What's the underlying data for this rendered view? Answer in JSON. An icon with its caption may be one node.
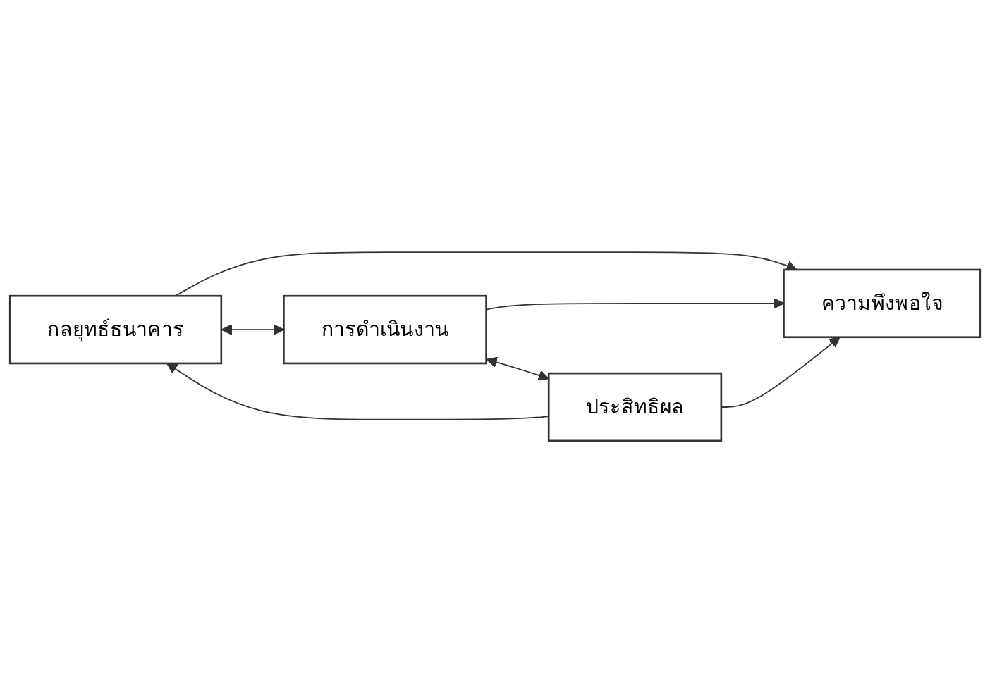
{
  "diagram": {
    "nodes": [
      {
        "text": [
          "กลยุทธ์ธนาคาร"
        ]
      },
      {
        "text": [
          "การดำเนินงาน"
        ]
      },
      {
        "text": [
          "ประสิทธิผล"
        ]
      },
      {
        "text": [
          "ความพึงพอใจ"
        ]
      }
    ],
    "edges": [
      {
        "from": 0,
        "to": 1,
        "arrow": "both"
      },
      {
        "from": 1,
        "to": 2,
        "arrow": "both"
      },
      {
        "from": 2,
        "to": 0,
        "arrow": "to"
      },
      {
        "from": 0,
        "to": 3,
        "arrow": "to"
      },
      {
        "from": 1,
        "to": 3,
        "arrow": "to"
      },
      {
        "from": 2,
        "to": 3,
        "arrow": "to"
      }
    ]
  }
}
